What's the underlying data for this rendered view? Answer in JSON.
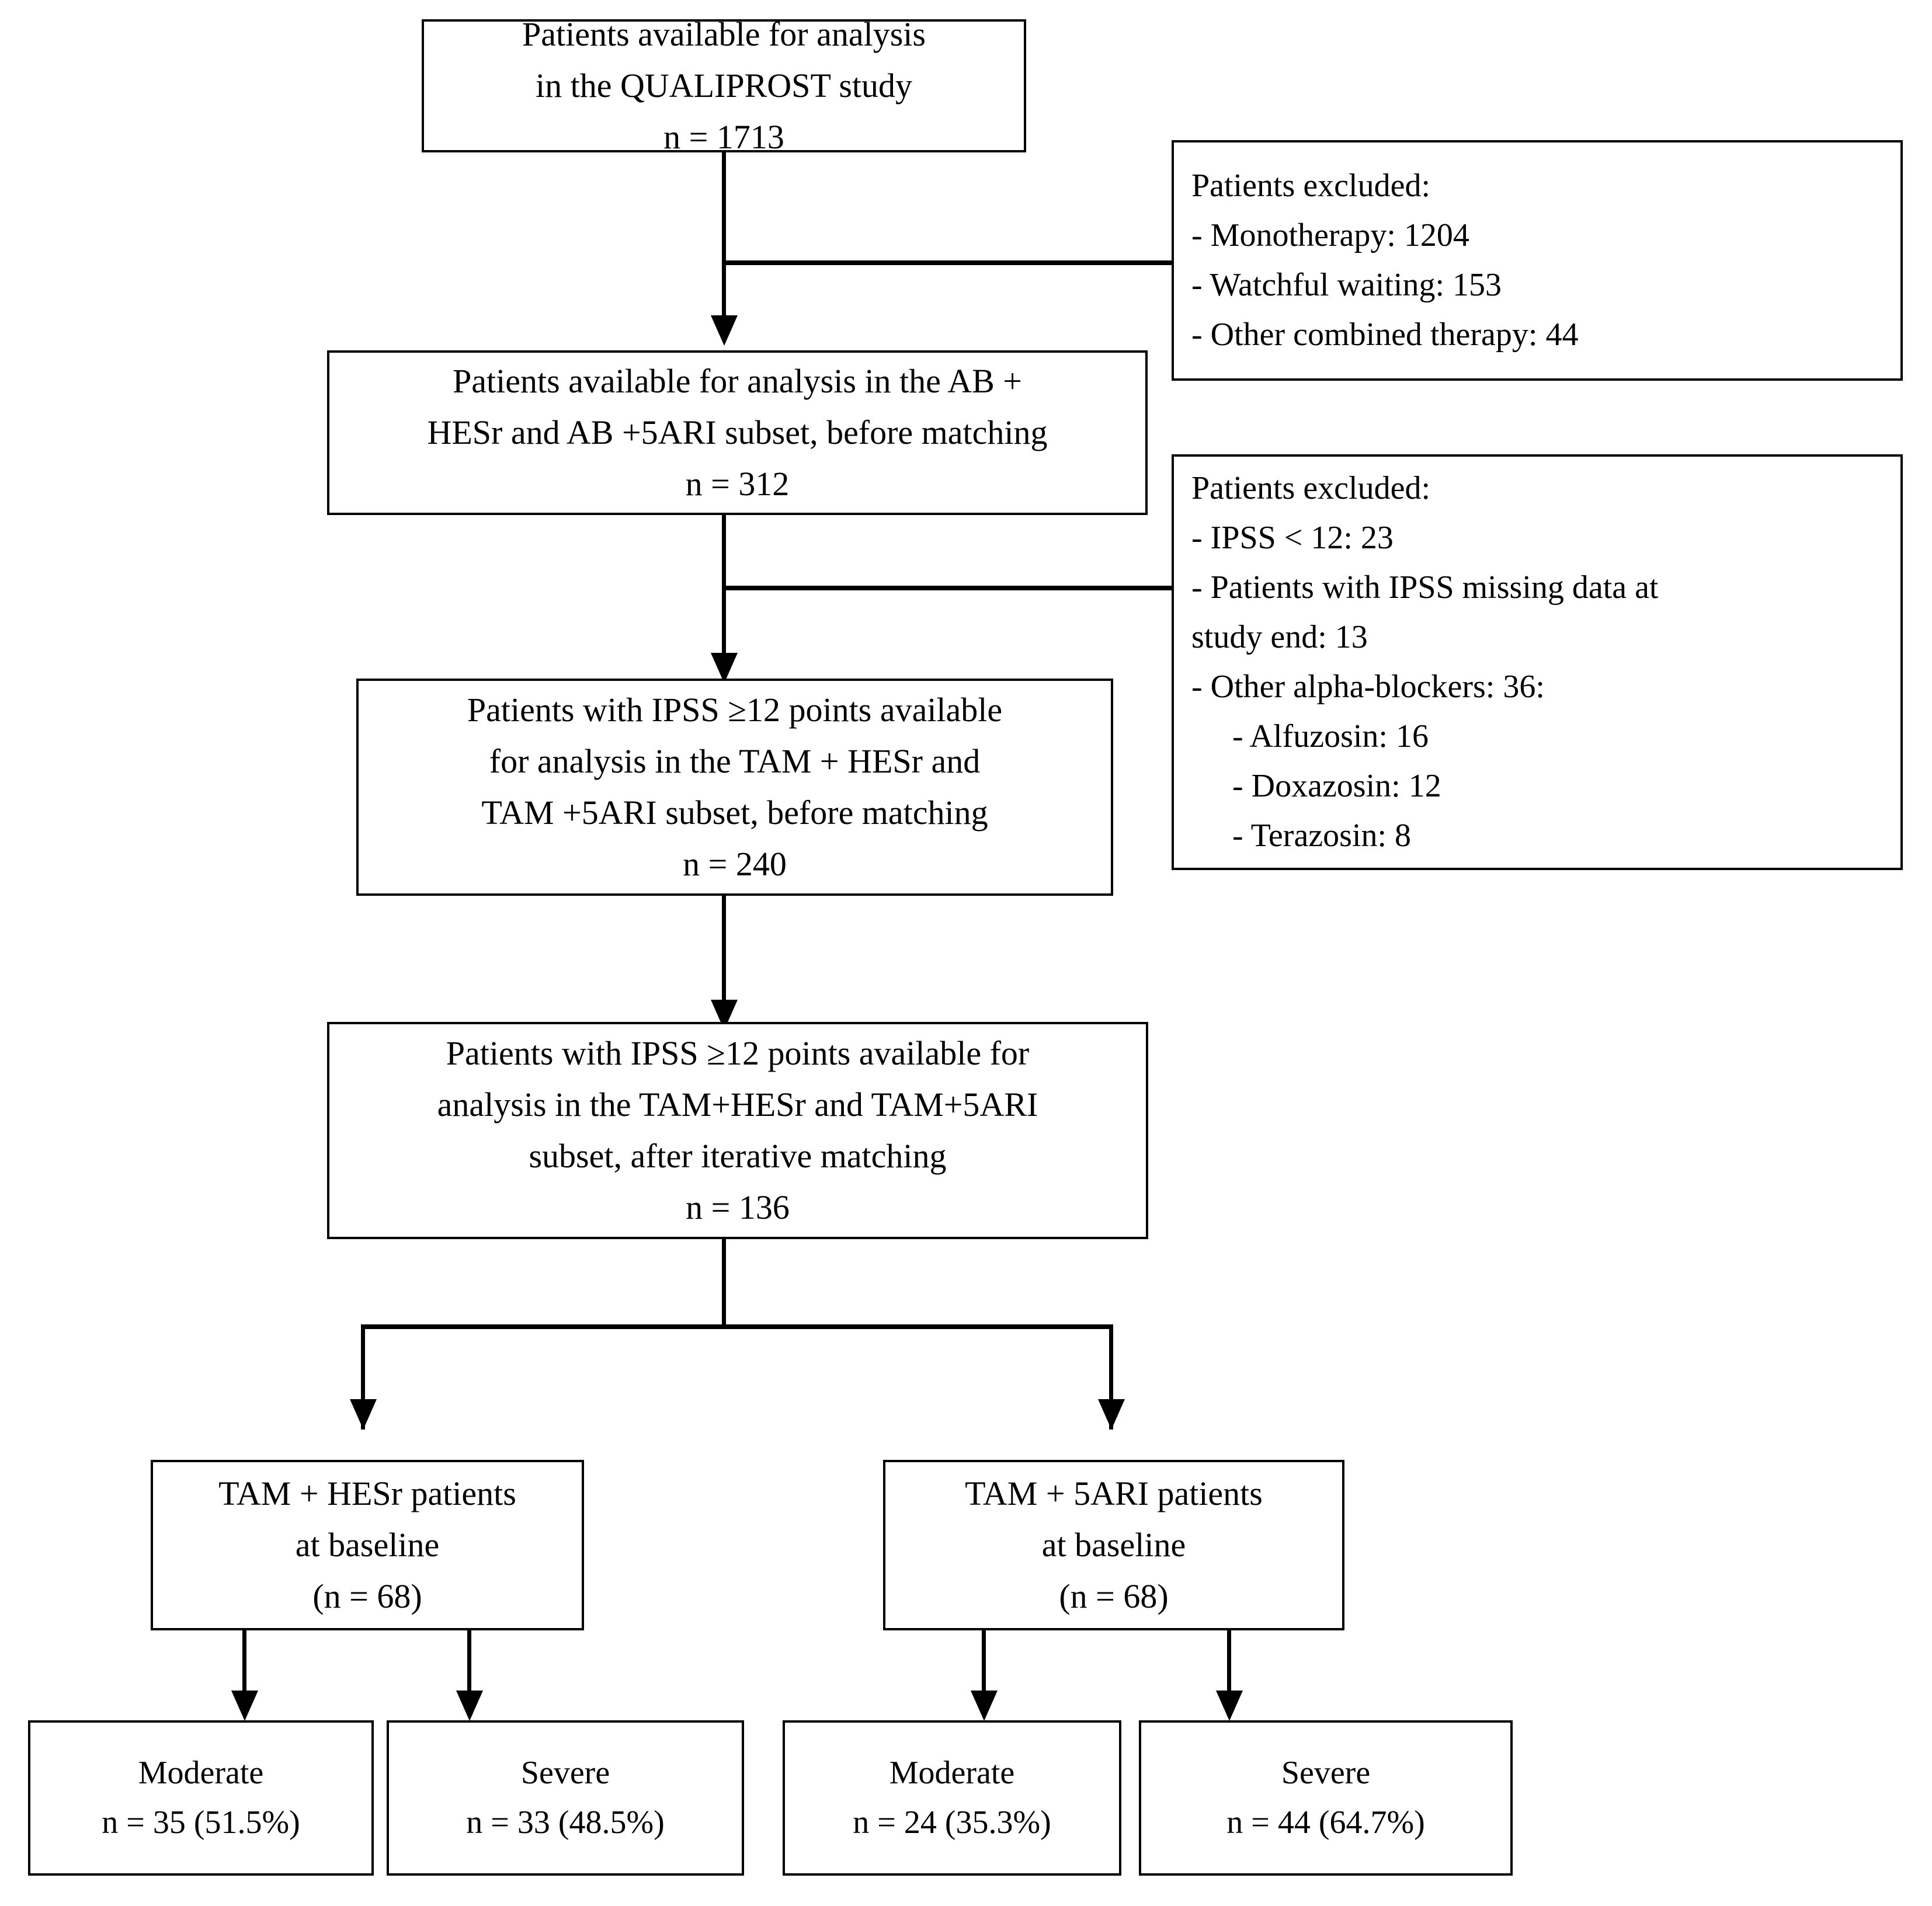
{
  "diagram": {
    "title": "QUALIPROST study patient flow diagram",
    "type": "flowchart",
    "accent_color": "#000000",
    "background_color": "#ffffff"
  },
  "nodes": {
    "n1_available": {
      "id": "patients-available-qualiprost",
      "lines": [
        "Patients available for analysis",
        "in the QUALIPROST study",
        "n = 1713"
      ]
    },
    "n2_ab_subset": {
      "id": "patients-available-ab-subset",
      "lines": [
        "Patients available for analysis in the AB +",
        "HESr and AB +5ARI subset, before matching",
        "n = 312"
      ]
    },
    "n3_tam_before": {
      "id": "patients-ipss12-tam-before-matching",
      "lines": [
        "Patients with IPSS ≥12 points available",
        "for analysis in the TAM + HESr and",
        "TAM +5ARI subset, before matching",
        "n = 240"
      ]
    },
    "n4_tam_after": {
      "id": "patients-ipss12-tam-after-matching",
      "lines": [
        "Patients with IPSS ≥12 points available for",
        "analysis in the TAM+HESr and TAM+5ARI",
        "subset, after iterative matching",
        "n = 136"
      ]
    },
    "excl1": {
      "id": "patients-excluded-first",
      "lines": [
        "Patients excluded:",
        "- Monotherapy: 1204",
        "- Watchful waiting: 153",
        "- Other combined therapy: 44"
      ]
    },
    "excl2": {
      "id": "patients-excluded-second",
      "lines": [
        "Patients excluded:",
        "- IPSS < 12: 23",
        "- Patients with IPSS missing data at",
        "study end: 13",
        "- Other alpha-blockers: 36:",
        "     - Alfuzosin: 16",
        "     - Doxazosin: 12",
        "     - Terazosin: 8"
      ]
    },
    "arm_hesr": {
      "id": "tam-hesr-baseline",
      "lines": [
        "TAM + HESr patients",
        "at baseline",
        "(n = 68)"
      ]
    },
    "arm_5ari": {
      "id": "tam-5ari-baseline",
      "lines": [
        "TAM + 5ARI patients",
        "at baseline",
        "(n = 68)"
      ]
    },
    "leaf_hesr_moderate": {
      "id": "hesr-moderate",
      "lines": [
        "Moderate",
        "n = 35 (51.5%)"
      ]
    },
    "leaf_hesr_severe": {
      "id": "hesr-severe",
      "lines": [
        "Severe",
        "n = 33 (48.5%)"
      ]
    },
    "leaf_5ari_moderate": {
      "id": "5ari-moderate",
      "lines": [
        "Moderate",
        "n = 24 (35.3%)"
      ]
    },
    "leaf_5ari_severe": {
      "id": "5ari-severe",
      "lines": [
        "Severe",
        "n = 44 (64.7%)"
      ]
    }
  },
  "chart_data": {
    "type": "flow",
    "title": "QUALIPROST study patient selection flow",
    "stages": [
      {
        "label": "Patients available for analysis in the QUALIPROST study",
        "n": 1713
      },
      {
        "label": "Patients available for analysis in the AB + HESr and AB +5ARI subset, before matching",
        "n": 312
      },
      {
        "label": "Patients with IPSS ≥12 points available for analysis in the TAM + HESr and TAM +5ARI subset, before matching",
        "n": 240
      },
      {
        "label": "Patients with IPSS ≥12 points available for analysis in the TAM+HESr and TAM+5ARI subset, after iterative matching",
        "n": 136
      }
    ],
    "exclusions": [
      {
        "after_stage": 1,
        "items": [
          {
            "label": "Monotherapy",
            "n": 1204
          },
          {
            "label": "Watchful waiting",
            "n": 153
          },
          {
            "label": "Other combined therapy",
            "n": 44
          }
        ]
      },
      {
        "after_stage": 2,
        "items": [
          {
            "label": "IPSS < 12",
            "n": 23
          },
          {
            "label": "Patients with IPSS missing data at study end",
            "n": 13
          },
          {
            "label": "Other alpha-blockers",
            "n": 36,
            "children": [
              {
                "label": "Alfuzosin",
                "n": 16
              },
              {
                "label": "Doxazosin",
                "n": 12
              },
              {
                "label": "Terazosin",
                "n": 8
              }
            ]
          }
        ]
      }
    ],
    "arms": [
      {
        "name": "TAM + HESr patients at baseline",
        "n": 68,
        "severity": [
          {
            "label": "Moderate",
            "n": 35,
            "percent": 51.5
          },
          {
            "label": "Severe",
            "n": 33,
            "percent": 48.5
          }
        ]
      },
      {
        "name": "TAM + 5ARI patients at baseline",
        "n": 68,
        "severity": [
          {
            "label": "Moderate",
            "n": 24,
            "percent": 35.3
          },
          {
            "label": "Severe",
            "n": 44,
            "percent": 64.7
          }
        ]
      }
    ]
  }
}
